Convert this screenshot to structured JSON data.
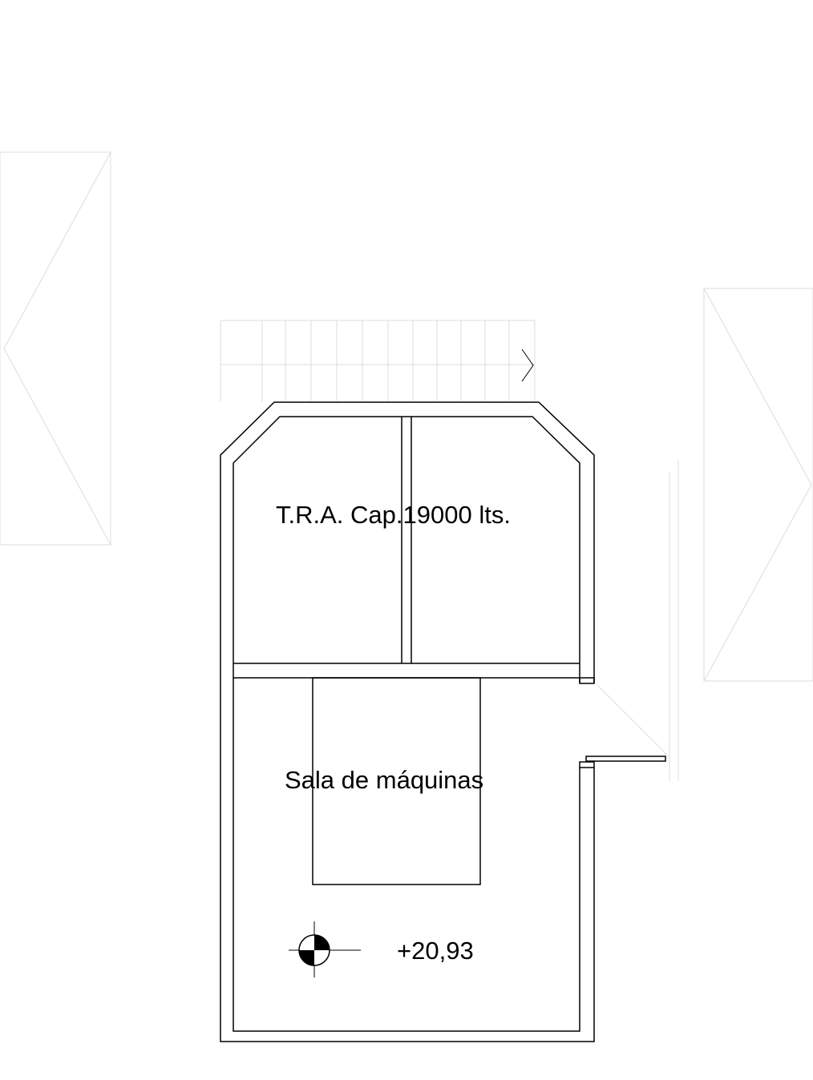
{
  "drawing": {
    "tank_label": "T.R.A. Cap.19000 lts.",
    "room_label": "Sala de máquinas",
    "level_label": "+20,93",
    "level_marker_icon": "level-marker-icon"
  },
  "colors": {
    "line": "#000000",
    "faint_line": "#dcdcdc",
    "background": "#ffffff"
  }
}
